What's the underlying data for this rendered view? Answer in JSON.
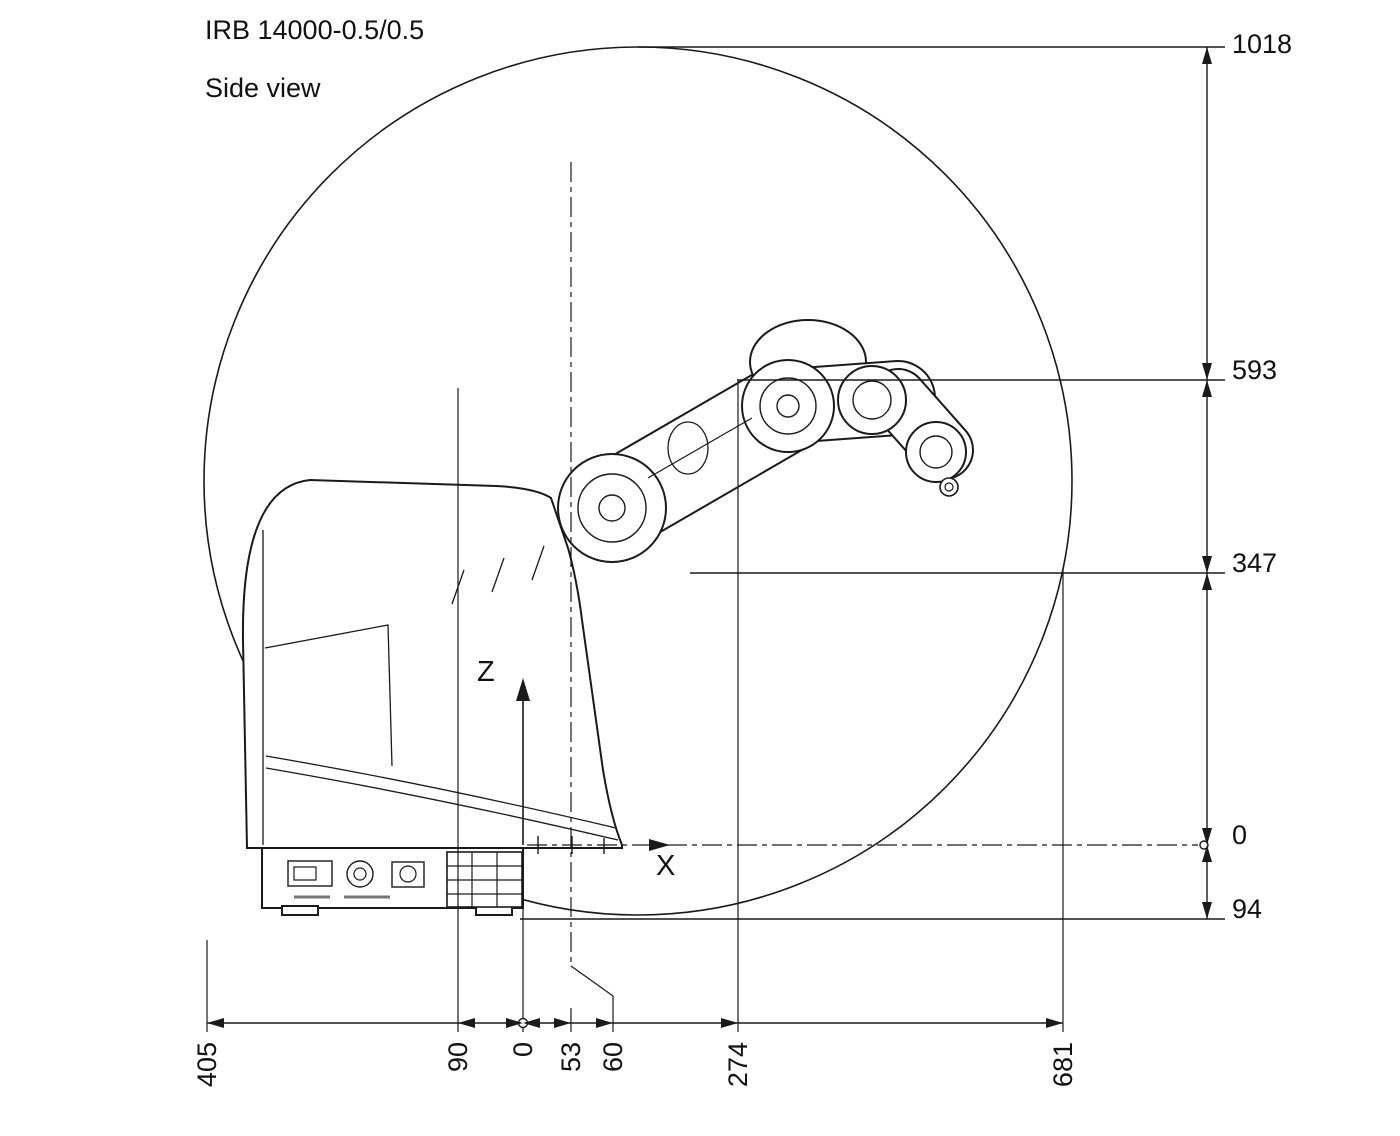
{
  "drawing": {
    "title": "IRB 14000-0.5/0.5",
    "subtitle": "Side view"
  },
  "axes": {
    "vertical_label": "Z",
    "horizontal_label": "X"
  },
  "dimensions": {
    "vertical": [
      {
        "value": "1018"
      },
      {
        "value": "593"
      },
      {
        "value": "347"
      },
      {
        "value": "0"
      },
      {
        "value": "94"
      }
    ],
    "horizontal": [
      {
        "value": "405"
      },
      {
        "value": "90"
      },
      {
        "value": "0"
      },
      {
        "value": "53"
      },
      {
        "value": "60"
      },
      {
        "value": "274"
      },
      {
        "value": "681"
      }
    ]
  },
  "colors": {
    "line": "#1a1a1a",
    "background": "#ffffff"
  }
}
